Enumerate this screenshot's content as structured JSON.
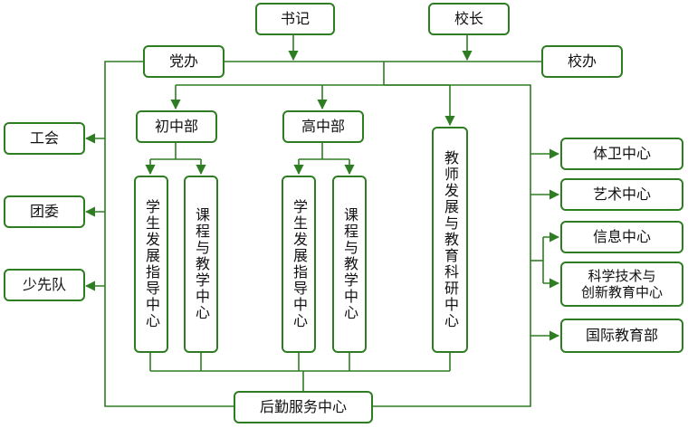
{
  "colors": {
    "line": "#2e7d22",
    "border": "#2e7d22",
    "text": "#111111"
  },
  "top": {
    "secretary": "书记",
    "principal": "校长"
  },
  "offices": {
    "party": "党办",
    "school": "校办"
  },
  "left": {
    "union": "工会",
    "youth_league": "团委",
    "young_pioneers": "少先队"
  },
  "divisions": {
    "junior": "初中部",
    "senior": "高中部"
  },
  "centers": {
    "junior_student_dev": "学生发展指导中心",
    "junior_curriculum": "课程与教学中心",
    "senior_student_dev": "学生发展指导中心",
    "senior_curriculum": "课程与教学中心",
    "teacher_research": "教师发展与教育科研中心"
  },
  "right": {
    "sports_health": "体卫中心",
    "arts": "艺术中心",
    "information": "信息中心",
    "sci_tech": "科学技术与\n创新教育中心",
    "international": "国际教育部"
  },
  "bottom": {
    "logistics": "后勤服务中心"
  }
}
